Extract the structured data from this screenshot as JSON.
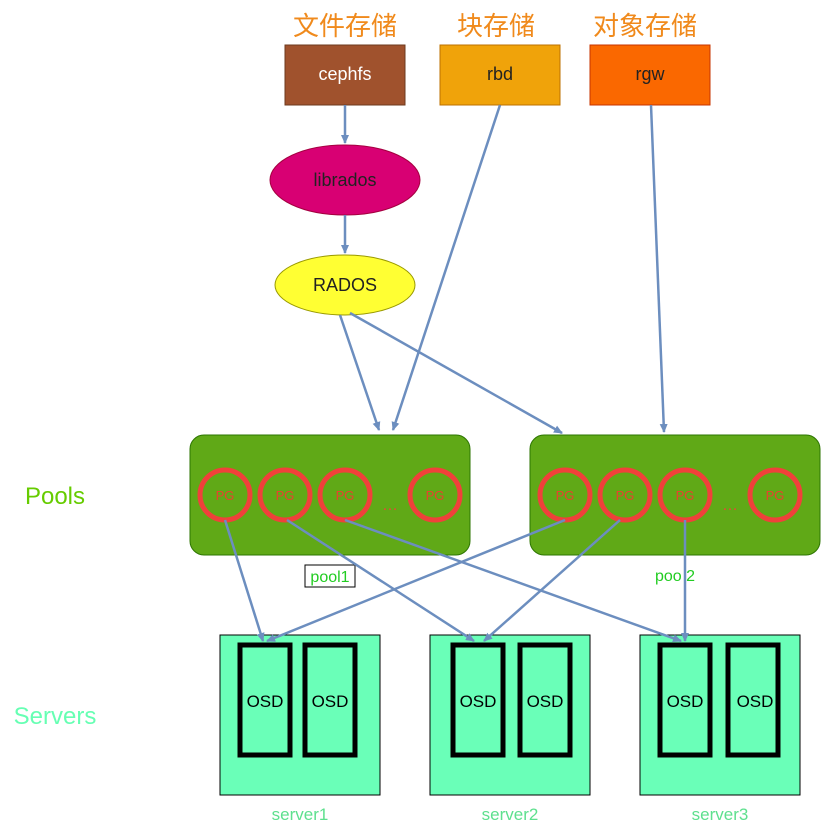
{
  "titles": {
    "file": "文件存储",
    "block": "块存储",
    "object": "对象存储"
  },
  "interfaces": {
    "cephfs": "cephfs",
    "rbd": "rbd",
    "rgw": "rgw",
    "librados": "librados",
    "rados": "RADOS"
  },
  "side_labels": {
    "pools": "Pools",
    "servers": "Servers"
  },
  "pools": [
    {
      "name": "pool1",
      "pgs": [
        "PG",
        "PG",
        "PG",
        "PG"
      ],
      "ellipsis": "…"
    },
    {
      "name": "poo 2",
      "pgs": [
        "PG",
        "PG",
        "PG",
        "PG"
      ],
      "ellipsis": "…"
    }
  ],
  "servers": [
    {
      "name": "server1",
      "osds": [
        "OSD",
        "OSD"
      ]
    },
    {
      "name": "server2",
      "osds": [
        "OSD",
        "OSD"
      ]
    },
    {
      "name": "server3",
      "osds": [
        "OSD",
        "OSD"
      ]
    }
  ],
  "colors": {
    "cephfs": "#a0522d",
    "rbd": "#f0a30a",
    "rgw": "#fa6800",
    "librados": "#d80073",
    "rados": "#ffff33",
    "pool": "#60a917",
    "pg_ring": "#f0413a",
    "server": "#6affb8",
    "arrow": "#6c8ebf",
    "category_title": "#f08a1c",
    "pools_label": "#66cc00",
    "servers_label": "#66ffb3"
  }
}
